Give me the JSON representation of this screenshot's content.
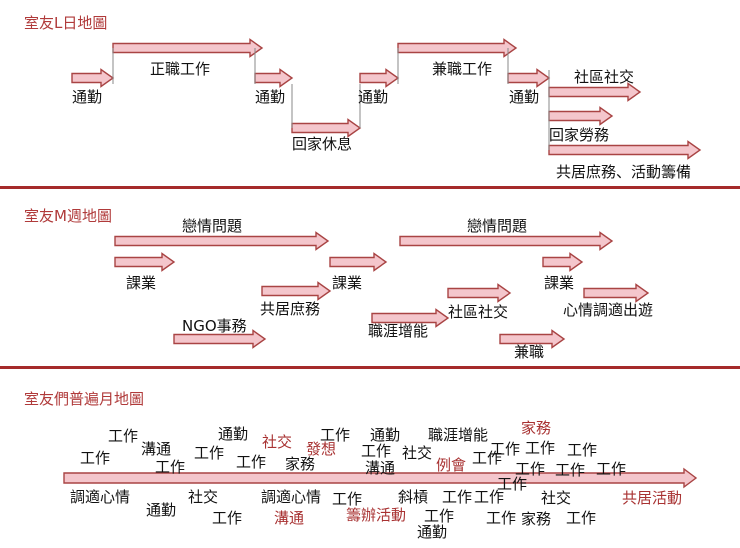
{
  "colors": {
    "arrow_fill": "#f4c6cc",
    "arrow_stroke": "#a94444",
    "title": "#b03a3a",
    "divider": "#a52a2a",
    "red_text": "#a83232"
  },
  "sections": [
    {
      "title": "室友L日地圖"
    },
    {
      "title": "室友M週地圖"
    },
    {
      "title": "室友們普遍月地圖"
    }
  ],
  "section1_labels": [
    "通勤",
    "正職工作",
    "通勤",
    "回家休息",
    "通勤",
    "兼職工作",
    "通勤",
    "社區社交",
    "回家勞務",
    "共居庶務、活動籌備"
  ],
  "section2_labels": [
    "戀情問題",
    "戀情問題",
    "課業",
    "NGO事務",
    "共居庶務",
    "課業",
    "職涯增能",
    "社區社交",
    "課業",
    "心情調適出遊",
    "兼職"
  ],
  "section3_black": [
    "工作",
    "溝通",
    "工作",
    "工作",
    "調適心情",
    "通勤",
    "通勤",
    "工作",
    "工作",
    "社交",
    "工作",
    "調適心情",
    "家務",
    "工作",
    "工作",
    "通勤",
    "工作",
    "溝通",
    "社交",
    "斜槓",
    "職涯增能",
    "工作",
    "工作",
    "工作",
    "通勤",
    "工作",
    "工作",
    "工作",
    "工作",
    "工作",
    "工作",
    "工作",
    "家務",
    "社交",
    "工作",
    "工作"
  ],
  "section3_red": [
    "社交",
    "發想",
    "溝通",
    "籌辦活動",
    "例會",
    "家務",
    "共居活動"
  ]
}
